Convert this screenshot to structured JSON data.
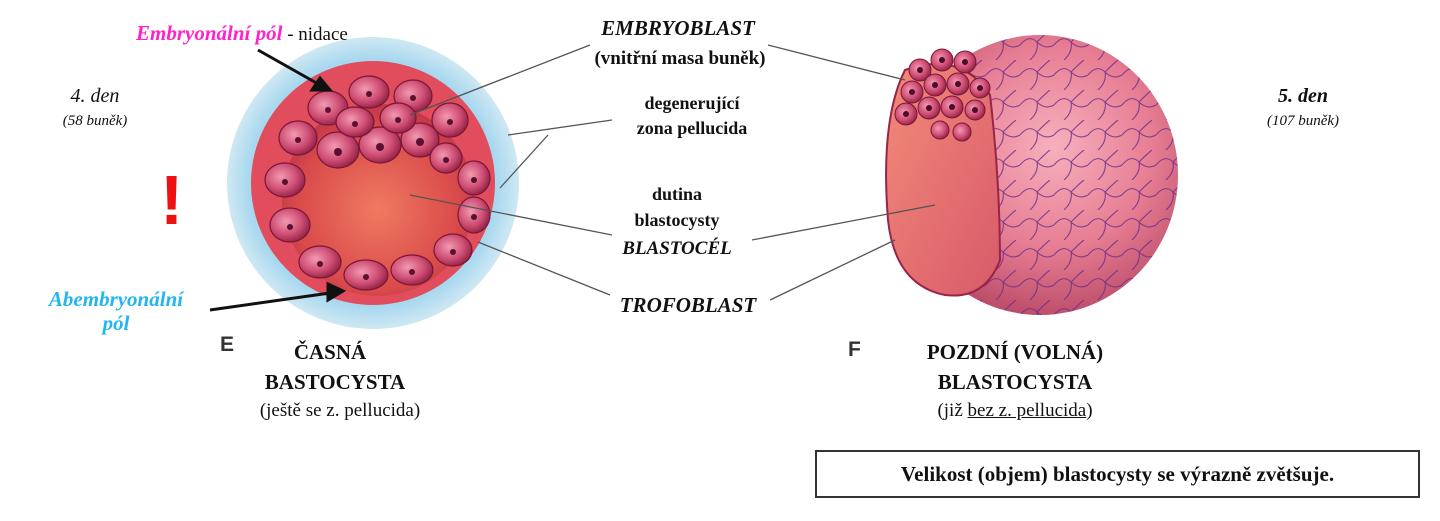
{
  "labels": {
    "embryonal_pole": "Embryonální pól",
    "nidation": " - nidace",
    "embryoblast": "EMBRYOBLAST",
    "embryoblast_desc": "(vnitřní masa buněk)",
    "zona_line1": "degenerující",
    "zona_line2": "zona pellucida",
    "cavity_line1": "dutina",
    "cavity_line2": "blastocysty",
    "blastocoel": "BLASTOCÉL",
    "trophoblast": "TROFOBLAST",
    "abembryonal_line1": "Abembryonální",
    "abembryonal_line2": "pól",
    "exclamation": "!"
  },
  "left": {
    "day": "4. den",
    "cells": "(58 buněk)",
    "letter": "E",
    "title_line1": "ČASNÁ",
    "title_line2": "BASTOCYSTA",
    "subtitle": "(ještě se z. pellucida)"
  },
  "right": {
    "day": "5. den",
    "cells": "(107 buněk)",
    "letter": "F",
    "title_line1": "POZDNÍ (VOLNÁ)",
    "title_line2": "BLASTOCYSTA",
    "subtitle_prefix": "(již ",
    "subtitle_underlined": "bez z. pellucida",
    "subtitle_suffix": ")"
  },
  "note": "Velikost (objem) blastocysty se výrazně zvětšuje.",
  "colors": {
    "magenta_label": "#ff22cc",
    "cyan_label": "#22b5f0",
    "exclamation": "#ee1111",
    "cell_fill": "#c73a60",
    "cavity": "#ea6a55",
    "zona": "#9ed3ec"
  }
}
